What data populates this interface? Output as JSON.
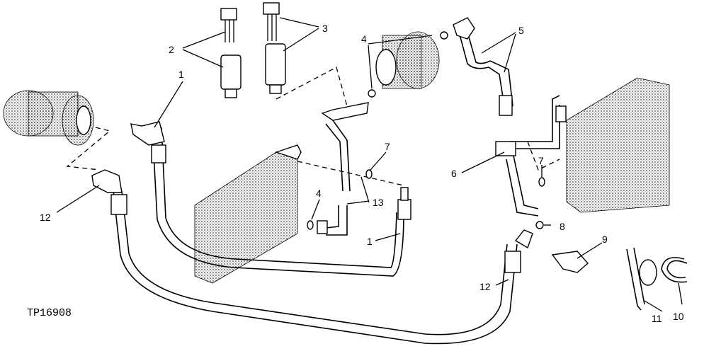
{
  "figure_id": "TP16908",
  "callouts": [
    {
      "key": "c1a",
      "label": "1"
    },
    {
      "key": "c1b",
      "label": "1"
    },
    {
      "key": "c2",
      "label": "2"
    },
    {
      "key": "c3",
      "label": "3"
    },
    {
      "key": "c4a",
      "label": "4"
    },
    {
      "key": "c4b",
      "label": "4"
    },
    {
      "key": "c5",
      "label": "5"
    },
    {
      "key": "c6",
      "label": "6"
    },
    {
      "key": "c7a",
      "label": "7"
    },
    {
      "key": "c7b",
      "label": "7"
    },
    {
      "key": "c8",
      "label": "8"
    },
    {
      "key": "c9",
      "label": "9"
    },
    {
      "key": "c10",
      "label": "10"
    },
    {
      "key": "c11",
      "label": "11"
    },
    {
      "key": "c12a",
      "label": "12"
    },
    {
      "key": "c12b",
      "label": "12"
    },
    {
      "key": "c13",
      "label": "13"
    }
  ]
}
